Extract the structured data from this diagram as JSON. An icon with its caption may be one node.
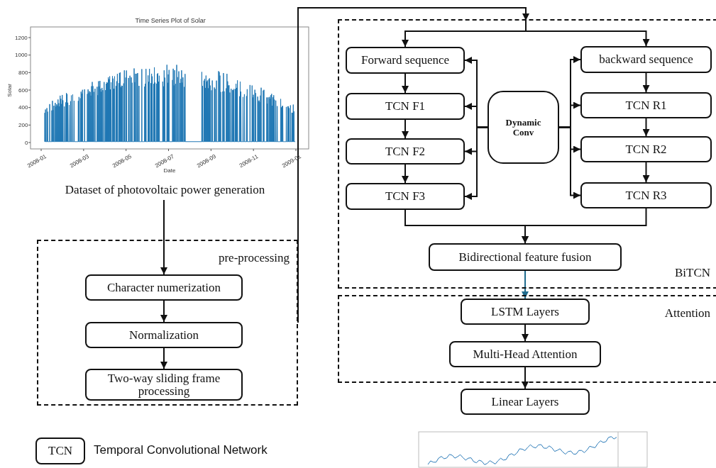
{
  "diagram": {
    "nodes": [
      {
        "text": [
          "Dataset of photovoltaic power generation"
        ]
      },
      {
        "text": [
          "pre-processing"
        ]
      },
      {
        "text": [
          "Character numerization"
        ],
        "in": 1
      },
      {
        "text": [
          "Normalization"
        ],
        "in": 1
      },
      {
        "text": [
          "Two-way sliding frame processing"
        ],
        "in": 1
      },
      {
        "text": [
          "BiTCN"
        ]
      },
      {
        "text": [
          "Forward sequence"
        ],
        "in": 5
      },
      {
        "text": [
          "TCN F1"
        ],
        "in": 5
      },
      {
        "text": [
          "TCN F2"
        ],
        "in": 5
      },
      {
        "text": [
          "TCN F3"
        ],
        "in": 5
      },
      {
        "text": [
          "Dynamic Conv"
        ],
        "in": 5
      },
      {
        "text": [
          "backward sequence"
        ],
        "in": 5
      },
      {
        "text": [
          "TCN R1"
        ],
        "in": 5
      },
      {
        "text": [
          "TCN R2"
        ],
        "in": 5
      },
      {
        "text": [
          "TCN R3"
        ],
        "in": 5
      },
      {
        "text": [
          "Bidirectional feature fusion"
        ],
        "in": 5
      },
      {
        "text": [
          "Attention"
        ]
      },
      {
        "text": [
          "LSTM Layers"
        ],
        "in": 16
      },
      {
        "text": [
          "Multi-Head Attention"
        ],
        "in": 16
      },
      {
        "text": [
          "Linear Layers"
        ]
      },
      {
        "text": [
          "TCN"
        ],
        "beside": [
          "Temporal Convolutional Network"
        ]
      }
    ],
    "edges": [
      {
        "from": 0,
        "to": 2,
        "arrow": "to"
      },
      {
        "from": 2,
        "to": 3,
        "arrow": "to"
      },
      {
        "from": 3,
        "to": 4,
        "arrow": "to"
      },
      {
        "from": 1,
        "to": 6,
        "arrow": "to"
      },
      {
        "from": 1,
        "to": 11,
        "arrow": "to"
      },
      {
        "from": 6,
        "to": 7,
        "arrow": "to"
      },
      {
        "from": 7,
        "to": 8,
        "arrow": "to"
      },
      {
        "from": 8,
        "to": 9,
        "arrow": "to"
      },
      {
        "from": 11,
        "to": 12,
        "arrow": "to"
      },
      {
        "from": 12,
        "to": 13,
        "arrow": "to"
      },
      {
        "from": 13,
        "to": 14,
        "arrow": "to"
      },
      {
        "from": 10,
        "to": 6,
        "arrow": "to"
      },
      {
        "from": 10,
        "to": 7,
        "arrow": "to"
      },
      {
        "from": 10,
        "to": 8,
        "arrow": "to"
      },
      {
        "from": 10,
        "to": 9,
        "arrow": "to"
      },
      {
        "from": 10,
        "to": 11,
        "arrow": "to"
      },
      {
        "from": 10,
        "to": 12,
        "arrow": "to"
      },
      {
        "from": 10,
        "to": 13,
        "arrow": "to"
      },
      {
        "from": 10,
        "to": 14,
        "arrow": "to"
      },
      {
        "from": 9,
        "to": 15,
        "arrow": "to"
      },
      {
        "from": 14,
        "to": 15,
        "arrow": "to"
      },
      {
        "from": 15,
        "to": 17,
        "arrow": "to",
        "color": "#1f6b8e"
      },
      {
        "from": 17,
        "to": 18,
        "arrow": "to"
      },
      {
        "from": 18,
        "to": 19,
        "arrow": "to"
      }
    ],
    "labels": [
      "Time Series Plot of Solar",
      "Solar",
      "1200",
      "1000",
      "800",
      "600",
      "400",
      "200",
      "0",
      "2008-01",
      "2008-03",
      "2008-05",
      "2008-07",
      "2008-09",
      "2008-11",
      "2009-01",
      "Date"
    ]
  }
}
